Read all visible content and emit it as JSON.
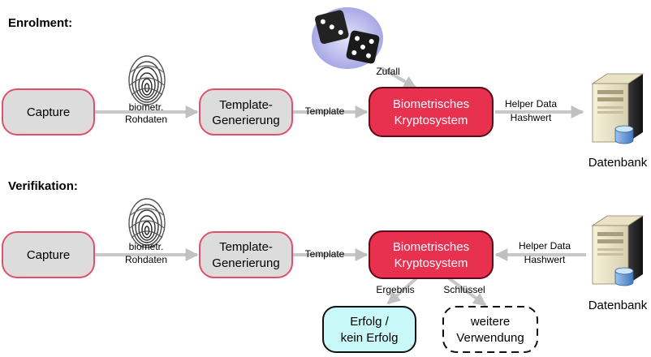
{
  "sections": {
    "enrolment": "Enrolment:",
    "verifikation": "Verifikation:"
  },
  "enrolment": {
    "capture": "Capture",
    "raw_label": [
      "biometr.",
      "Rohdaten"
    ],
    "template_gen": [
      "Template-",
      "Generierung"
    ],
    "template_label": "Template",
    "random_label": "Zufall",
    "cryptosystem": [
      "Biometrisches",
      "Kryptosystem"
    ],
    "output_label": [
      "Helper Data",
      "Hashwert"
    ],
    "database": "Datenbank"
  },
  "verifikation": {
    "capture": "Capture",
    "raw_label": [
      "biometr.",
      "Rohdaten"
    ],
    "template_gen": [
      "Template-",
      "Generierung"
    ],
    "template_label": "Template",
    "cryptosystem": [
      "Biometrisches",
      "Kryptosystem"
    ],
    "input_label": [
      "Helper Data",
      "Hashwert"
    ],
    "database": "Datenbank",
    "result_label": "Ergebnis",
    "key_label": "Schlüssel",
    "result_box": [
      "Erfolg /",
      "kein Erfolg"
    ],
    "usage_box": [
      "weitere",
      "Verwendung"
    ]
  },
  "colors": {
    "capture_fill": "#dcdcdc",
    "box_border": "#e0506a",
    "crypto_fill": "#e8304f",
    "result_fill": "#c8f8f8",
    "arrow": "#c8c8c8",
    "dice_bg": "#b8b8ec"
  }
}
